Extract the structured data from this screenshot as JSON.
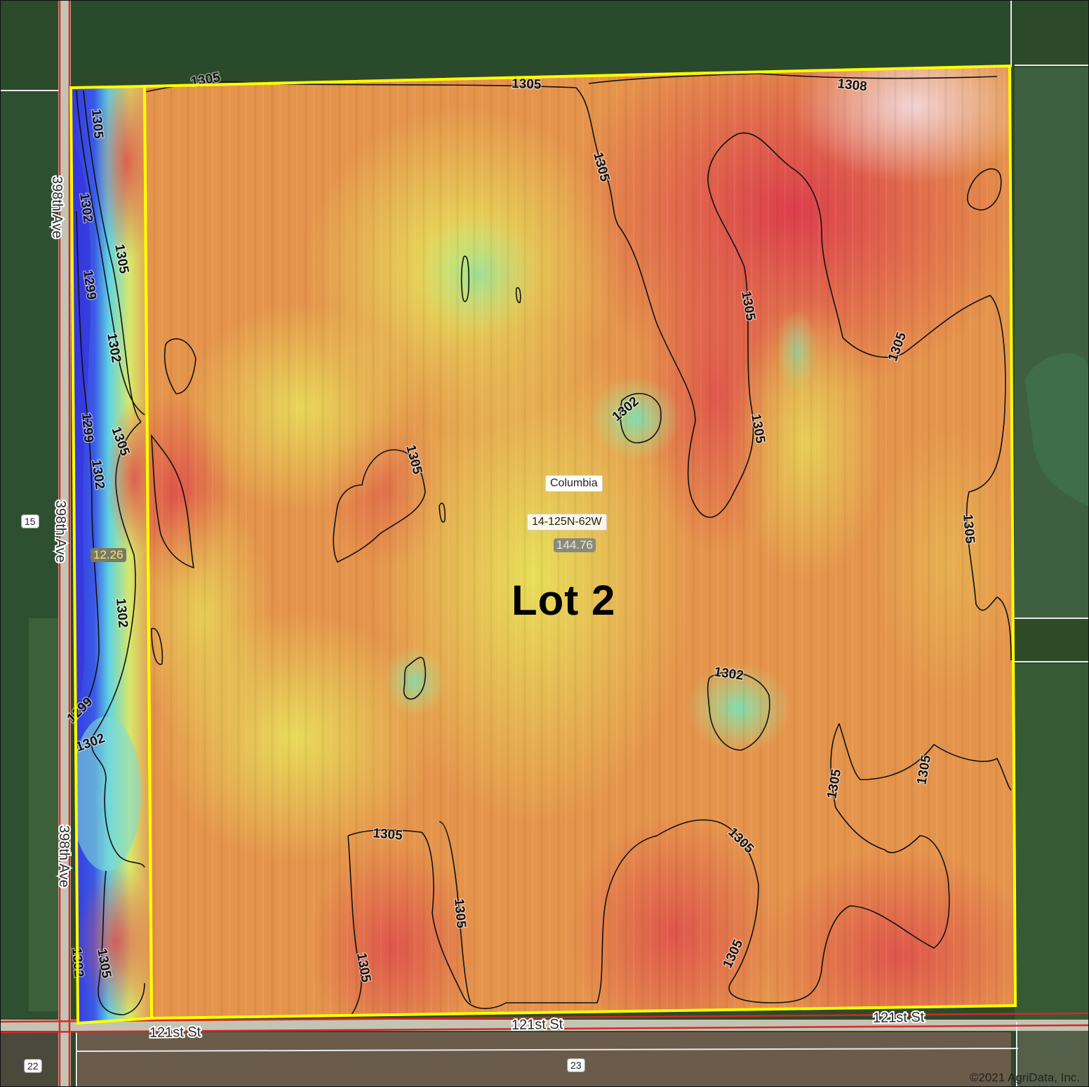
{
  "map": {
    "field_label": "Lot 2",
    "township_name": "Columbia",
    "legal_description": "14-125N-62W",
    "field_acres": "144.76",
    "strip_acres": "12.26",
    "copyright": "©2021 AgriData, Inc.",
    "section_numbers": [
      "15",
      "22",
      "23"
    ],
    "roads": {
      "west": "398th Ave",
      "south": "121st St"
    },
    "contour_elevations": [
      "1299",
      "1302",
      "1305",
      "1308"
    ],
    "colors": {
      "boundary": "#ffff00",
      "section_line": "#d62828",
      "high_elevation": "#d9364a",
      "mid_elevation": "#e89a4a",
      "low_elevation": "#e6e35a",
      "lower_elevation": "#64d6c8",
      "lowest_elevation": "#3c3ce0",
      "contour_line": "#111111"
    }
  }
}
